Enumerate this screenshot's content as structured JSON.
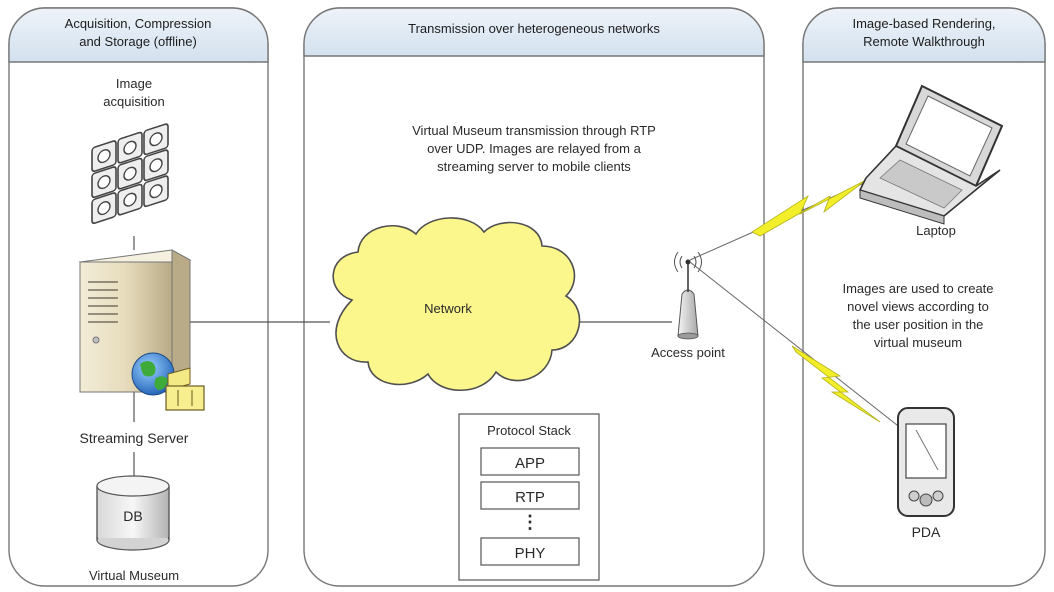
{
  "panels": {
    "left": {
      "header_lines": [
        "Acquisition, Compression",
        "and Storage (offline)"
      ]
    },
    "center": {
      "header_lines": [
        "Transmission over heterogeneous networks"
      ]
    },
    "right": {
      "header_lines": [
        "Image-based Rendering,",
        "Remote Walkthrough"
      ]
    }
  },
  "left": {
    "acquisition_label": [
      "Image",
      "acquisition"
    ],
    "server_label": "Streaming Server",
    "db_text": "DB",
    "db_label": "Virtual Museum"
  },
  "center": {
    "description": [
      "Virtual Museum transmission through RTP",
      "over UDP. Images are relayed from a",
      "streaming server to mobile clients"
    ],
    "network_label": "Network",
    "access_point_label": "Access point",
    "stack": {
      "title": "Protocol Stack",
      "layers": [
        "APP",
        "RTP",
        "PHY"
      ],
      "ellipsis": "⋮"
    }
  },
  "right": {
    "laptop_label": "Laptop",
    "description": [
      "Images are used to create",
      "novel views according to",
      "the user position in the",
      "virtual museum"
    ],
    "pda_label": "PDA"
  },
  "colors": {
    "panel_header": "#dde8f3",
    "panel_border": "#707070",
    "cloud_fill": "#fbf78c",
    "lightning": "#f2ef2a"
  }
}
